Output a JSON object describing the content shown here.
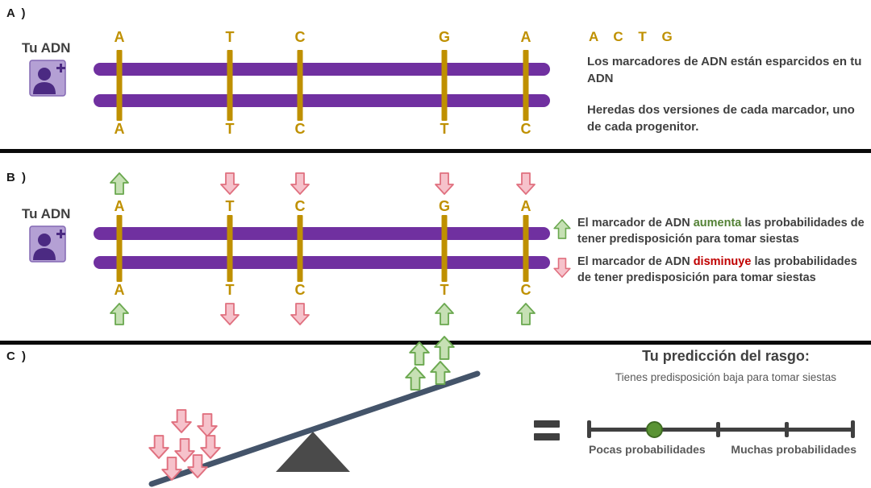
{
  "colors": {
    "purple_strand": "#7030A0",
    "gold_marker": "#BF9000",
    "green_accent": "#538135",
    "red_accent": "#C00000"
  },
  "panelA": {
    "label": "A )",
    "dna_label": "Tu ADN",
    "markers_top": [
      "A",
      "T",
      "C",
      "G",
      "A"
    ],
    "markers_bottom": [
      "A",
      "T",
      "C",
      "T",
      "C"
    ],
    "legend_letters": "A C T G",
    "line1": "Los marcadores de ADN están esparcidos en tu ADN",
    "line2": "Heredas dos versiones de cada marcador, uno de cada progenitor."
  },
  "panelB": {
    "label": "B )",
    "dna_label": "Tu ADN",
    "markers_top": [
      "A",
      "T",
      "C",
      "G",
      "A"
    ],
    "markers_bottom": [
      "A",
      "T",
      "C",
      "T",
      "C"
    ],
    "arrows_top": [
      "arrow-up",
      "arrow-down",
      "arrow-down",
      "arrow-down",
      "arrow-down"
    ],
    "arrows_bottom": [
      "arrow-up",
      "arrow-down",
      "arrow-down",
      "arrow-up",
      "arrow-up"
    ],
    "legend_up_pre": "El marcador de ADN ",
    "legend_up_word": "aumenta",
    "legend_up_post": " las probabilidades de tener predisposición para tomar siestas",
    "legend_down_pre": "El marcador de ADN ",
    "legend_down_word": "disminuye",
    "legend_down_post": " las probabilidades de tener predisposición para tomar siestas"
  },
  "panelC": {
    "label": "C )",
    "prediction_title": "Tu predicción del rasgo:",
    "prediction_subtitle": "Tienes predisposición baja para tomar siestas",
    "scale_left_label": "Pocas probabilidades",
    "scale_right_label": "Muchas probabilidades"
  }
}
